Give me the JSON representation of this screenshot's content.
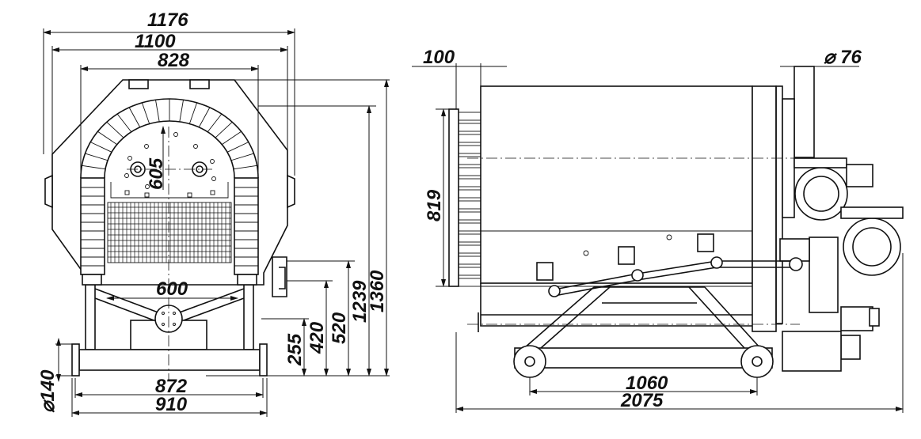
{
  "front_view": {
    "width_overall": "1176",
    "width_body": "1100",
    "width_frame": "828",
    "radius_arc": "605",
    "axle_span": "600",
    "wheel_track": "872",
    "track_overall": "910",
    "wheel_dia": "⌀140",
    "height_axle": "255",
    "height_420": "420",
    "height_520": "520",
    "height_1239": "1239",
    "height_overall": "1360"
  },
  "side_view": {
    "offset_front": "100",
    "pipe_dia": "⌀ 76",
    "body_height": "819",
    "wheelbase": "1060",
    "length_overall": "2075"
  }
}
